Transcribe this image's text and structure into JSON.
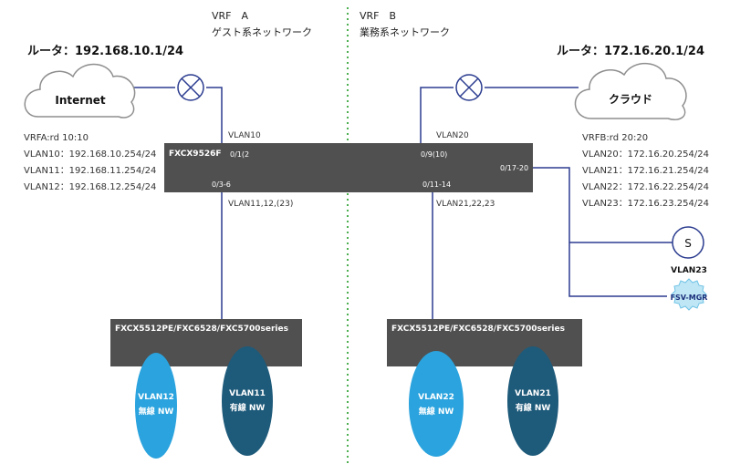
{
  "vrf_a": {
    "title": "VRF　A",
    "subtitle": "ゲスト系ネットワーク"
  },
  "vrf_b": {
    "title": "VRF　B",
    "subtitle": "業務系ネットワーク"
  },
  "router_a": {
    "label": "ルータ：192.168.10.1/24",
    "cloud": "Internet"
  },
  "router_b": {
    "label": "ルータ：172.16.20.1/24",
    "cloud": "クラウド"
  },
  "vrf_a_info": [
    "VRFA:rd 10:10",
    "VLAN10：192.168.10.254/24",
    "VLAN11：192.168.11.254/24",
    "VLAN12：192.168.12.254/24"
  ],
  "vrf_b_info": [
    "VRFB:rd 20:20",
    "VLAN20：172.16.20.254/24",
    "VLAN21：172.16.21.254/24",
    "VLAN22：172.16.22.254/24",
    "VLAN23：172.16.23.254/24"
  ],
  "core": {
    "name": "FXCX9526F",
    "port_a_up": "0/1(2",
    "port_b_up": "0/9(10)",
    "port_b_side": "0/17-20",
    "port_a_down": "0/3-6",
    "port_b_down": "0/11-14"
  },
  "links": {
    "vlan10": "VLAN10",
    "vlan20": "VLAN20",
    "vlan_a_down": "VLAN11,12,(23)",
    "vlan_b_down": "VLAN21,22,23"
  },
  "access_a": {
    "name": "FXCX5512PE/FXC6528/FXC5700series"
  },
  "access_b": {
    "name": "FXCX5512PE/FXC6528/FXC5700series"
  },
  "server": {
    "symbol": "S",
    "label": "VLAN23"
  },
  "manager": {
    "label": "FSV-MGR"
  },
  "networks": [
    {
      "vlan": "VLAN12",
      "type": "無線 NW",
      "color": "#2aa3de"
    },
    {
      "vlan": "VLAN11",
      "type": "有線 NW",
      "color": "#1e5a7a"
    },
    {
      "vlan": "VLAN22",
      "type": "無線 NW",
      "color": "#2aa3de"
    },
    {
      "vlan": "VLAN21",
      "type": "有線 NW",
      "color": "#1e5a7a"
    }
  ],
  "colors": {
    "switch": "#505050",
    "link": "#2b3c8f",
    "divider": "#4caf50"
  }
}
